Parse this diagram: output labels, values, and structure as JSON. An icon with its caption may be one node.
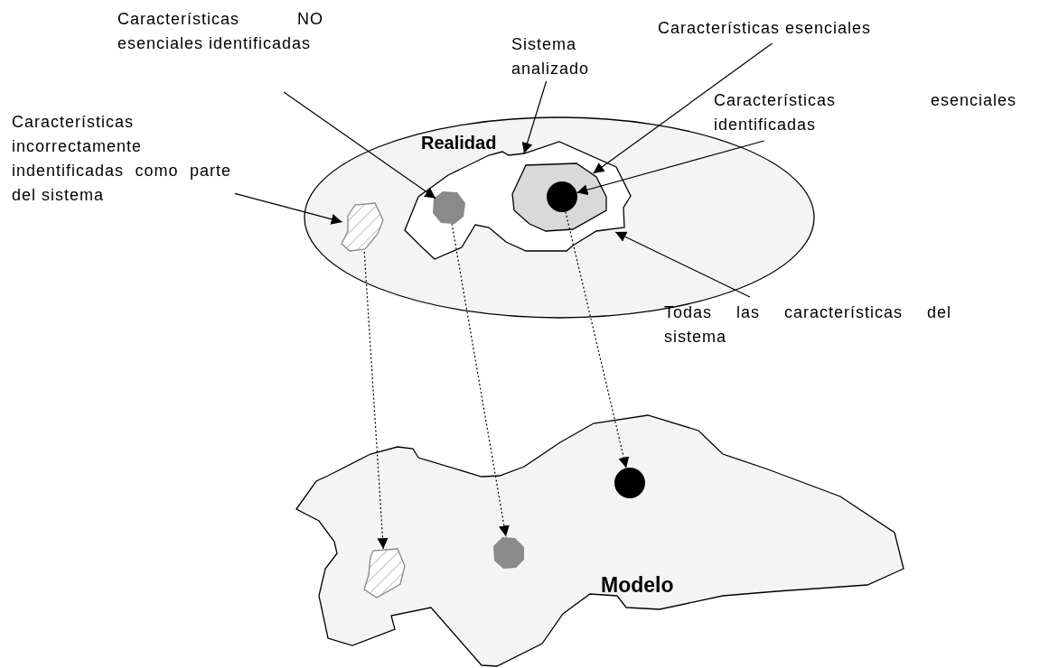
{
  "diagram": {
    "nodes": [
      {
        "text": [
          "Realidad"
        ]
      },
      {
        "text": [],
        "shape": "blob",
        "in": 0
      },
      {
        "text": [],
        "shape": "blob",
        "in": 1
      },
      {
        "text": [],
        "shape": "circle",
        "in": 2
      },
      {
        "text": [],
        "shape": "circle",
        "in": 1
      },
      {
        "text": [],
        "shape": "blob",
        "in": 0
      },
      {
        "text": [
          "Modelo"
        ]
      },
      {
        "text": [],
        "shape": "circle",
        "in": 6
      },
      {
        "text": [],
        "shape": "circle",
        "in": 6
      },
      {
        "text": [],
        "shape": "blob",
        "in": 6
      },
      {
        "text": [
          "Características NO esenciales identificadas"
        ]
      },
      {
        "text": [
          "Características incorrectamente indentificadas como parte del sistema"
        ]
      },
      {
        "text": [
          "Sistema analizado"
        ]
      },
      {
        "text": [
          "Características esenciales"
        ]
      },
      {
        "text": [
          "Características esenciales identificadas"
        ]
      },
      {
        "text": [
          "Todas las características del sistema"
        ]
      }
    ],
    "edges": [
      {
        "from": 10,
        "to": 4,
        "arrow": "to"
      },
      {
        "from": 11,
        "to": 5,
        "arrow": "to"
      },
      {
        "from": 12,
        "to": 1,
        "arrow": "to"
      },
      {
        "from": 13,
        "to": 2,
        "arrow": "to"
      },
      {
        "from": 14,
        "to": 3,
        "arrow": "to"
      },
      {
        "from": 15,
        "to": 1,
        "arrow": "to"
      },
      {
        "from": 5,
        "to": 9,
        "arrow": "to",
        "style": "dashed"
      },
      {
        "from": 4,
        "to": 8,
        "arrow": "to",
        "style": "dashed"
      },
      {
        "from": 3,
        "to": 7,
        "arrow": "to",
        "style": "dashed"
      }
    ]
  }
}
